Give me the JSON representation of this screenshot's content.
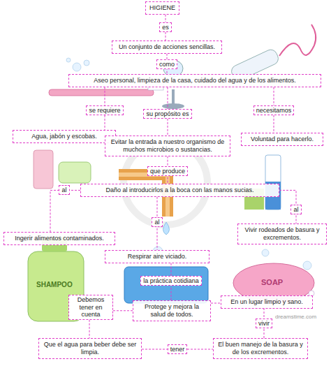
{
  "diagram": {
    "nodes": [
      {
        "text": [
          "HIGIENE"
        ]
      },
      {
        "text": [
          "Un conjunto de acciones sencillas."
        ]
      },
      {
        "text": [
          "Aseo personal, limpieza de la casa, cuidado del agua y de los alimentos."
        ]
      },
      {
        "text": [
          "Agua, jabón y escobas."
        ]
      },
      {
        "text": [
          "Evitar la entrada a nuestro organismo de muchos microbios o sustancias."
        ]
      },
      {
        "text": [
          "Voluntad para hacerlo."
        ]
      },
      {
        "text": [
          "Daño al introducirlos a la boca con las manos sucias."
        ]
      },
      {
        "text": [
          "Ingerir alimentos contaminados."
        ]
      },
      {
        "text": [
          "Respirar aire viciado."
        ]
      },
      {
        "text": [
          "Vivir rodeados de basura y excrementos."
        ]
      },
      {
        "text": [
          "Protege y mejora la salud de todos."
        ]
      },
      {
        "text": [
          "En un lugar limpio y sano."
        ]
      },
      {
        "text": [
          "Que el agua para beber debe ser limpia."
        ]
      },
      {
        "text": [
          "El buen manejo de la basura y de los excrementos."
        ]
      }
    ],
    "edges": [
      {
        "from": 0,
        "to": 1,
        "label": "es",
        "arrow": "none"
      },
      {
        "from": 1,
        "to": 2,
        "label": "como",
        "arrow": "none"
      },
      {
        "from": 2,
        "to": 3,
        "label": "se requiere",
        "arrow": "none"
      },
      {
        "from": 2,
        "to": 4,
        "label": "su propósito es",
        "arrow": "none"
      },
      {
        "from": 2,
        "to": 5,
        "label": "necesitamos",
        "arrow": "none"
      },
      {
        "from": 4,
        "to": 6,
        "label": "que produce",
        "arrow": "none"
      },
      {
        "from": 6,
        "to": 7,
        "label": "al",
        "arrow": "none"
      },
      {
        "from": 6,
        "to": 8,
        "label": "al",
        "arrow": "none"
      },
      {
        "from": 6,
        "to": 9,
        "label": "al",
        "arrow": "none"
      },
      {
        "from": 8,
        "to": 10,
        "label": "la práctica cotidiana",
        "arrow": "none"
      },
      {
        "from": 10,
        "to": 12,
        "label": "Debemos tener en cuenta",
        "arrow": "none"
      },
      {
        "from": 10,
        "to": 11,
        "arrow": "none"
      },
      {
        "from": 13,
        "to": 11,
        "label": "vivir",
        "arrow": "none"
      },
      {
        "from": 12,
        "to": 13,
        "label": "tener",
        "arrow": "none"
      }
    ],
    "labels": [
      "SHAMPOO",
      "SOAP",
      "dreamstime.com"
    ]
  }
}
